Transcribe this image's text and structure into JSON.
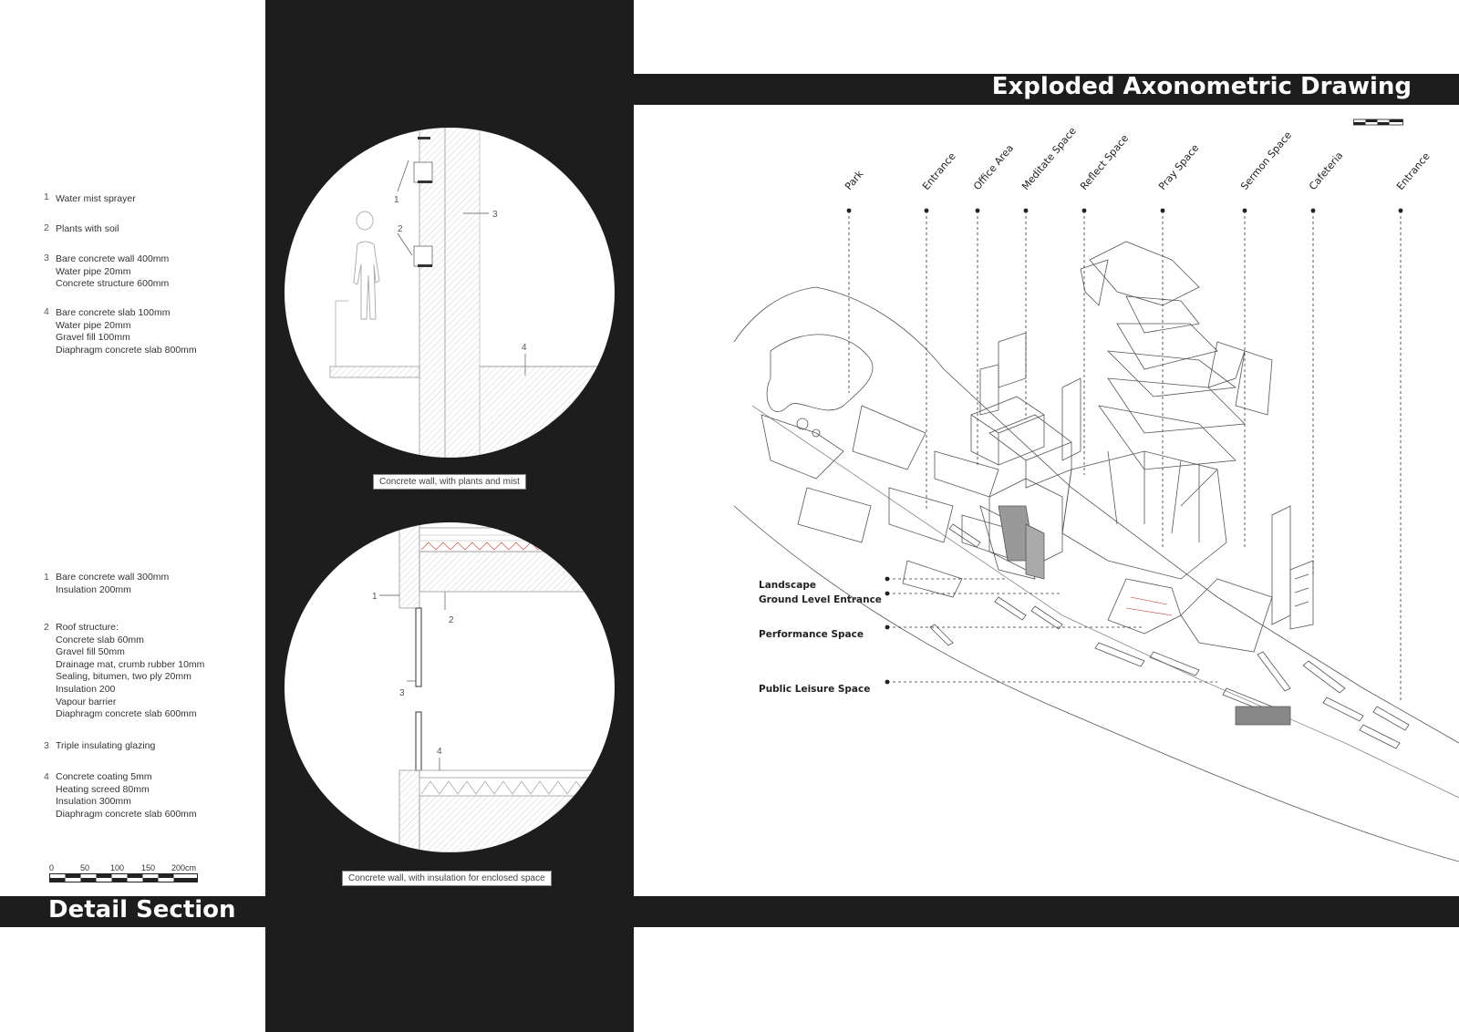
{
  "left_panel": {
    "upper_notes": [
      {
        "num": "1",
        "lines": "Water mist sprayer"
      },
      {
        "num": "2",
        "lines": "Plants with soil"
      },
      {
        "num": "3",
        "lines": "Bare concrete wall 400mm\nWater pipe 20mm\nConcrete structure 600mm"
      },
      {
        "num": "4",
        "lines": "Bare concrete slab 100mm\nWater pipe 20mm\nGravel fill 100mm\nDiaphragm concrete slab 800mm"
      }
    ],
    "lower_notes": [
      {
        "num": "1",
        "lines": "Bare concrete wall 300mm\nInsulation 200mm"
      },
      {
        "num": "2",
        "lines": "Roof structure:\nConcrete slab 60mm\nGravel fill 50mm\nDrainage mat, crumb rubber 10mm\nSealing, bitumen, two ply 20mm\nInsulation 200\nVapour barrier\nDiaphragm concrete slab 600mm"
      },
      {
        "num": "3",
        "lines": "Triple insulating glazing"
      },
      {
        "num": "4",
        "lines": "Concrete coating 5mm\nHeating screed 80mm\nInsulation 300mm\nDiaphragm concrete slab 600mm"
      }
    ],
    "scale_labels": [
      "0",
      "50",
      "100",
      "150",
      "200cm"
    ],
    "title": "Detail Section"
  },
  "detail_circles": {
    "upper_caption": "Concrete wall, with plants and mist",
    "upper_callouts": [
      "1",
      "2",
      "3",
      "4"
    ],
    "lower_caption": "Concrete wall, with insulation for enclosed space",
    "lower_callouts": [
      "1",
      "2",
      "3",
      "4"
    ]
  },
  "axonometric": {
    "title": "Exploded Axonometric Drawing",
    "top_labels": [
      "Park",
      "Entrance",
      "Office Area",
      "Meditate Space",
      "Reflect Space",
      "Pray Space",
      "Sermon Space",
      "Cafeteria",
      "Entrance"
    ],
    "side_labels": [
      "Landscape",
      "Ground Level Entrance",
      "Performance Space",
      "Public Leisure Space"
    ]
  },
  "colors": {
    "band": "#1d1d1d",
    "paper": "#ffffff",
    "line": "#333333",
    "accent_red": "#c0392b"
  }
}
